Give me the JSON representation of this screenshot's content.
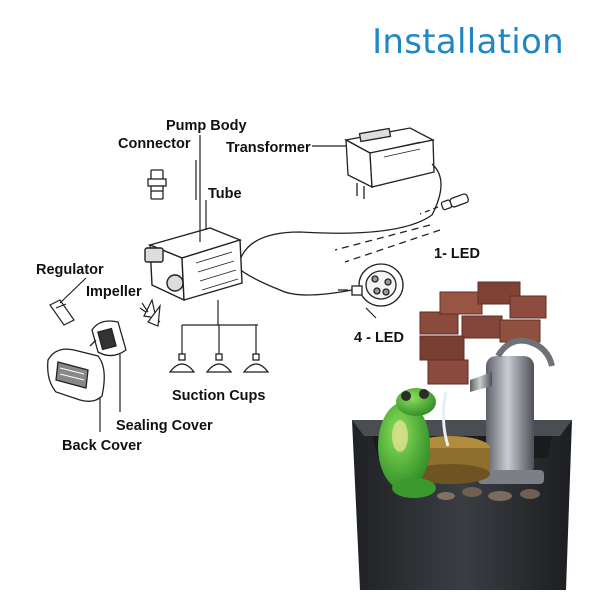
{
  "title": "Installation",
  "labels": {
    "pump_body": "Pump Body",
    "connector": "Connector",
    "transformer": "Transformer",
    "tube": "Tube",
    "regulator": "Regulator",
    "impeller": "Impeller",
    "one_led": "1- LED",
    "four_led": "4 - LED",
    "suction_cups": "Suction Cups",
    "sealing_cover": "Sealing Cover",
    "back_cover": "Back Cover"
  },
  "colors": {
    "title": "#1e88c7",
    "line": "#222222",
    "brick": "#8a4a3c",
    "pump_metal": "#8c9097",
    "frog": "#4caf3a",
    "pot": "#2e3034"
  }
}
